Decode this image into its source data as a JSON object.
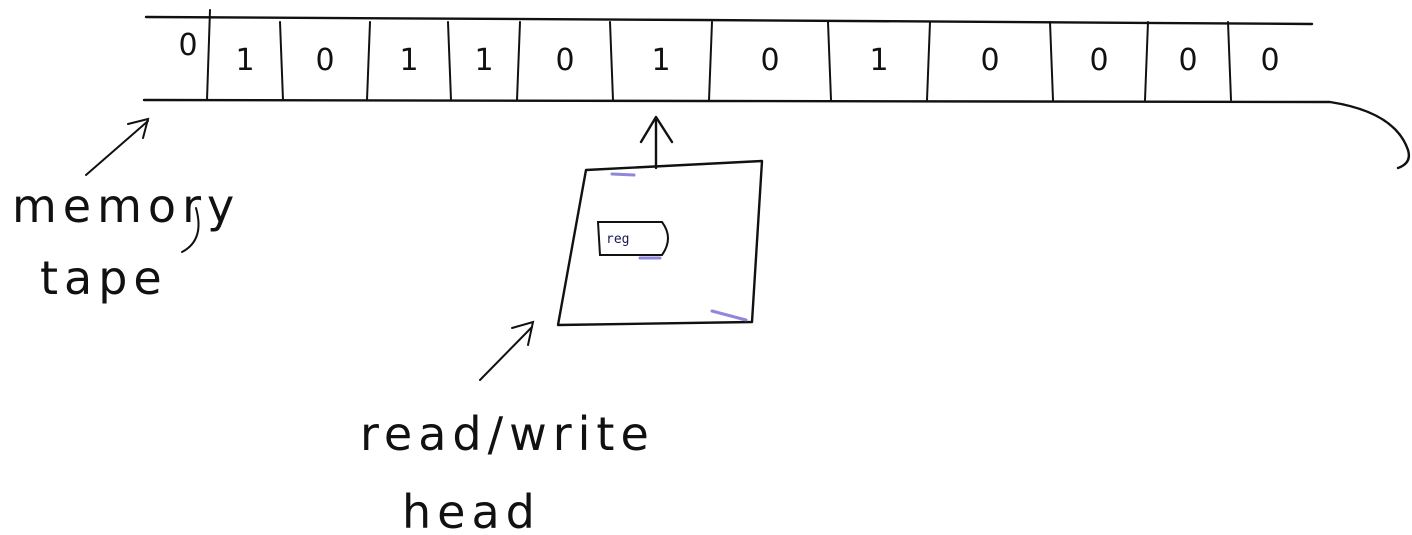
{
  "tape": {
    "cells": [
      "0",
      "1",
      "0",
      "1",
      "1",
      "0",
      "1",
      "0",
      "1",
      "0",
      "0",
      "0",
      "0"
    ]
  },
  "labels": {
    "memory": "memory",
    "tape": "tape",
    "read_write": "read/write",
    "head": "head",
    "register": "reg"
  },
  "colors": {
    "ink": "#111111",
    "accent": "#6a5fd0"
  },
  "head_position_cell": 6
}
